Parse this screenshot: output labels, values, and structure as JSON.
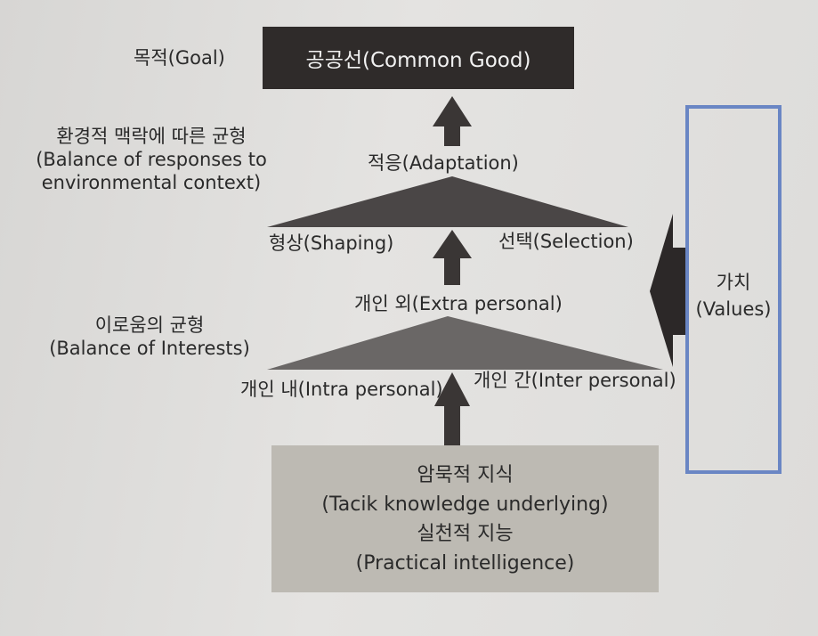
{
  "goal": {
    "label": "목적(Goal)",
    "box": "공공선(Common Good)"
  },
  "environmental_balance": {
    "line1": "환경적 맥락에 따른 균형",
    "line2": "(Balance of responses to",
    "line3": "environmental context)"
  },
  "upper_triangle": {
    "top": "적응(Adaptation)",
    "left": "형상(Shaping)",
    "right": "선택(Selection)"
  },
  "interests_balance": {
    "line1": "이로움의 균형",
    "line2": "(Balance of Interests)"
  },
  "lower_triangle": {
    "top": "개인 외(Extra personal)",
    "left": "개인 내(Intra personal)",
    "right": "개인 간(Inter personal)"
  },
  "base": {
    "line1": "암묵적 지식",
    "line2": "(Tacik knowledge underlying)",
    "line3": "실천적 지능",
    "line4": "(Practical intelligence)"
  },
  "values": {
    "line1": "가치",
    "line2": "(Values)"
  },
  "colors": {
    "goal_box": "#2f2b2a",
    "arrow": "#3a3635",
    "upper_triangle": "#4a4646",
    "lower_triangle": "#6a6766",
    "base_box": "#bdbab3",
    "values_border": "#6a86c4"
  }
}
